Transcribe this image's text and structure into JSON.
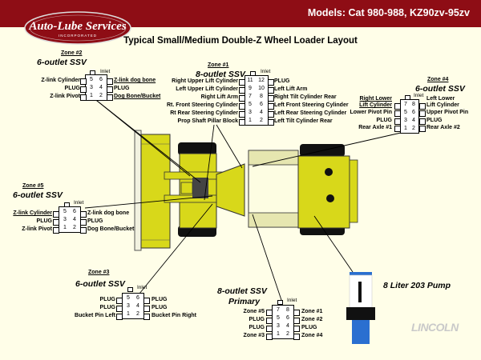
{
  "header": {
    "brand": "Auto-Lube Services",
    "brand_sub": "INCORPORATED",
    "models": "Models:  Cat 980-988, KZ90zv-95zv",
    "title": "Typical Small/Medium Double-Z Wheel Loader Layout"
  },
  "colors": {
    "header_bar": "#8e0d15",
    "machine": "#d8d81a",
    "background": "#fffee8"
  },
  "zones": {
    "zone2": {
      "label": "Zone #2",
      "title": "6-outlet SSV",
      "inlet": "Inlet",
      "rows": [
        {
          "left": "Z-link Cylinder",
          "ln": "5",
          "rn": "6",
          "right": "Z-link dog bone"
        },
        {
          "left": "PLUG",
          "ln": "3",
          "rn": "4",
          "right": "PLUG"
        },
        {
          "left": "Z-link Pivot",
          "ln": "1",
          "rn": "2",
          "right": "Dog Bone/Bucket"
        }
      ]
    },
    "zone1": {
      "label": "Zone #1",
      "title": "8-outlet SSV",
      "inlet": "Inlet",
      "rows": [
        {
          "left": "Right Upper Lift Cylinder",
          "ln": "11",
          "rn": "12",
          "right": "PLUG"
        },
        {
          "left": "Left Upper Lift Cylinder",
          "ln": "9",
          "rn": "10",
          "right": "Left Lift Arm"
        },
        {
          "left": "Right Lift Arm",
          "ln": "7",
          "rn": "8",
          "right": "Right Tilt Cylinder Rear"
        },
        {
          "left": "Rt. Front Steering Cylinder",
          "ln": "5",
          "rn": "6",
          "right": "Left Front Steering Cylinder"
        },
        {
          "left": "Rt Rear Steering Cylinder",
          "ln": "3",
          "rn": "4",
          "right": "Left Rear Steering Cylinder"
        },
        {
          "left": "Prop Shaft Pillar Block",
          "ln": "1",
          "rn": "2",
          "right": "Left Tilt Cylinder Rear"
        }
      ]
    },
    "zone4": {
      "label": "Zone #4",
      "title": "6-outlet SSV",
      "inlet": "Inlet",
      "rows": [
        {
          "left": "Right Lower",
          "ln": "",
          "rn": "",
          "right": ""
        },
        {
          "left": "Lift Cylinder",
          "ln": "7",
          "rn": "8",
          "right": "Left Lower"
        },
        {
          "left": "Lower Pivot Pin",
          "ln": "5",
          "rn": "6",
          "right": "Lift Cylinder"
        },
        {
          "left": "PLUG",
          "ln": "3",
          "rn": "4",
          "right": "Upper Pivot Pin"
        },
        {
          "left": "Rear Axle #1",
          "ln": "1",
          "rn": "2",
          "right": "PLUG"
        },
        {
          "left": "",
          "ln": "",
          "rn": "",
          "right": "Rear Axle #2"
        }
      ]
    },
    "zone5": {
      "label": "Zone #5",
      "title": "6-outlet SSV",
      "inlet": "Inlet",
      "rows": [
        {
          "left": "Z-link Cylinder",
          "ln": "5",
          "rn": "6",
          "right": "Z-link dog bone"
        },
        {
          "left": "PLUG",
          "ln": "3",
          "rn": "4",
          "right": "PLUG"
        },
        {
          "left": "Z-link Pivot",
          "ln": "1",
          "rn": "2",
          "right": "Dog Bone/Bucket"
        }
      ]
    },
    "zone3": {
      "label": "Zone #3",
      "title": "6-outlet SSV",
      "inlet": "Inlet",
      "rows": [
        {
          "left": "PLUG",
          "ln": "5",
          "rn": "6",
          "right": "PLUG"
        },
        {
          "left": "PLUG",
          "ln": "3",
          "rn": "4",
          "right": "PLUG"
        },
        {
          "left": "Bucket Pin Left",
          "ln": "1",
          "rn": "2",
          "right": "Bucket Pin Right"
        }
      ]
    },
    "primary": {
      "title": "8-outlet SSV",
      "subtitle": "Primary",
      "inlet": "Inlet",
      "rows": [
        {
          "left": "Zone #5",
          "ln": "7",
          "rn": "8",
          "right": "Zone #1"
        },
        {
          "left": "PLUG",
          "ln": "5",
          "rn": "6",
          "right": "Zone #2"
        },
        {
          "left": "PLUG",
          "ln": "3",
          "rn": "4",
          "right": "PLUG"
        },
        {
          "left": "Zone #3",
          "ln": "1",
          "rn": "2",
          "right": "Zone #4"
        }
      ]
    }
  },
  "pump": {
    "label": "8 Liter 203 Pump"
  },
  "footer": {
    "brand": "LINCOLN"
  }
}
